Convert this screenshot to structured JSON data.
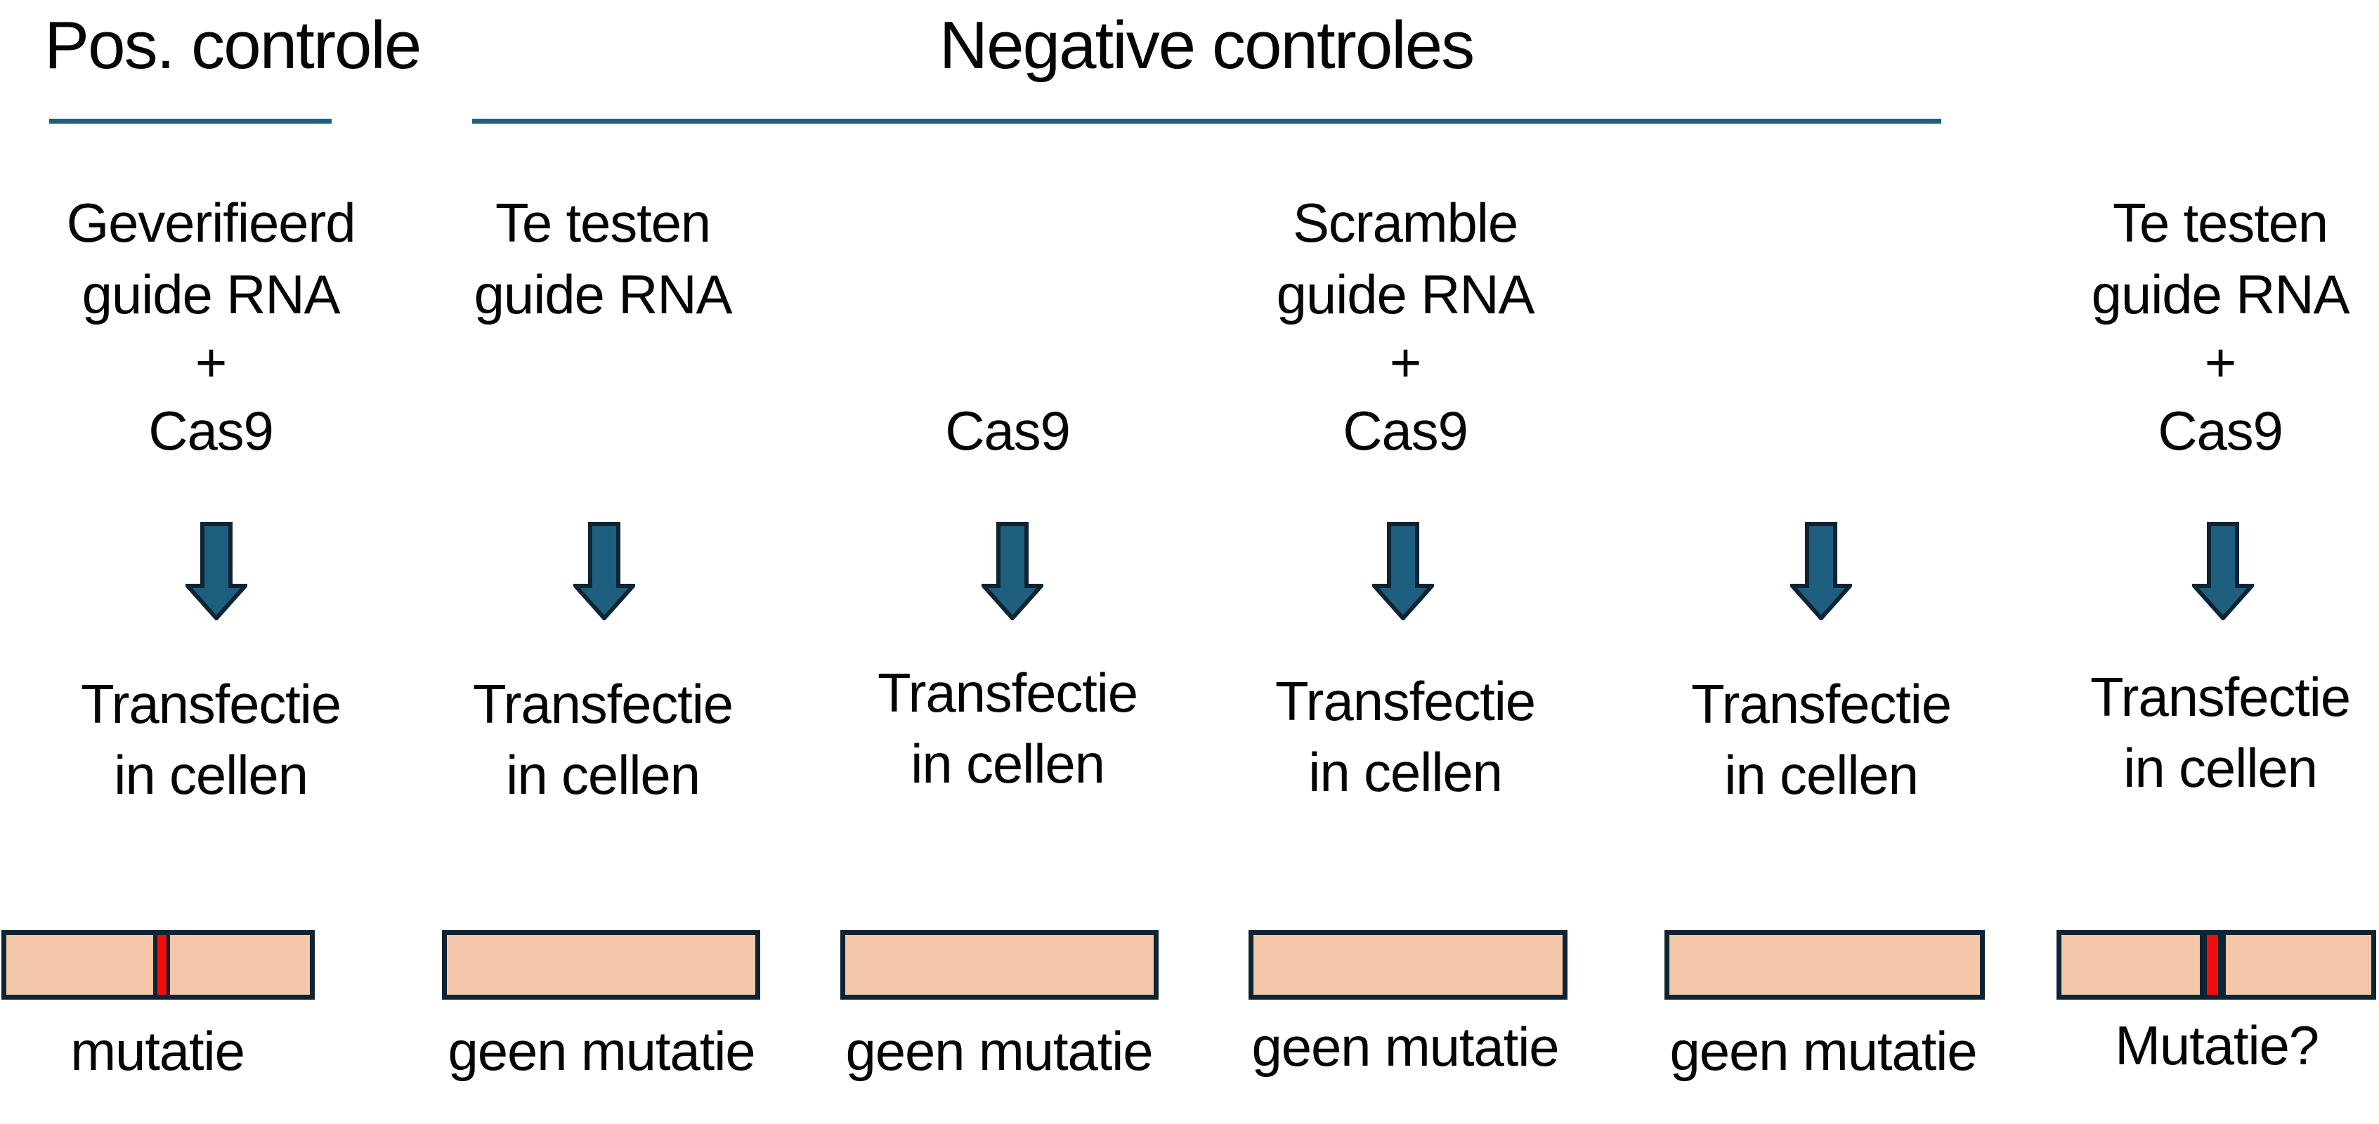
{
  "headers": {
    "positive": "Pos. controle",
    "negative": "Negative controles"
  },
  "columns": [
    {
      "group": "positive-control",
      "lines": [
        "Geverifieerd",
        "guide RNA",
        "+",
        "Cas9"
      ],
      "transfection": [
        "Transfectie",
        "in cellen"
      ],
      "arrow_icon": "down-arrow",
      "result": "mutatie",
      "mutation_stripe": true
    },
    {
      "group": "negative-control",
      "lines": [
        "Te testen",
        "guide RNA",
        "",
        ""
      ],
      "transfection": [
        "Transfectie",
        "in cellen"
      ],
      "arrow_icon": "down-arrow",
      "result": "geen mutatie",
      "mutation_stripe": false
    },
    {
      "group": "negative-control",
      "lines": [
        "",
        "",
        "",
        "Cas9"
      ],
      "transfection": [
        "Transfectie",
        "in cellen"
      ],
      "arrow_icon": "down-arrow",
      "result": "geen mutatie",
      "mutation_stripe": false
    },
    {
      "group": "negative-control",
      "lines": [
        "Scramble",
        "guide RNA",
        "+",
        "Cas9"
      ],
      "transfection": [
        "Transfectie",
        "in cellen"
      ],
      "arrow_icon": "down-arrow",
      "result": "geen mutatie",
      "mutation_stripe": false
    },
    {
      "group": "negative-control",
      "lines": [
        "",
        "",
        "",
        ""
      ],
      "transfection": [
        "Transfectie",
        "in cellen"
      ],
      "arrow_icon": "down-arrow",
      "result": "geen mutatie",
      "mutation_stripe": false
    },
    {
      "group": "test-sample",
      "lines": [
        "Te testen",
        "guide RNA",
        "+",
        "Cas9"
      ],
      "transfection": [
        "Transfectie",
        "in cellen"
      ],
      "arrow_icon": "down-arrow",
      "result": "Mutatie?",
      "mutation_stripe": true
    }
  ],
  "colors": {
    "teal": "#1E5F80",
    "navy": "#0E2433",
    "peach": "#F5C7A9",
    "red": "#F20D0D",
    "text": "#050505",
    "bg": "#FFFFFF"
  }
}
